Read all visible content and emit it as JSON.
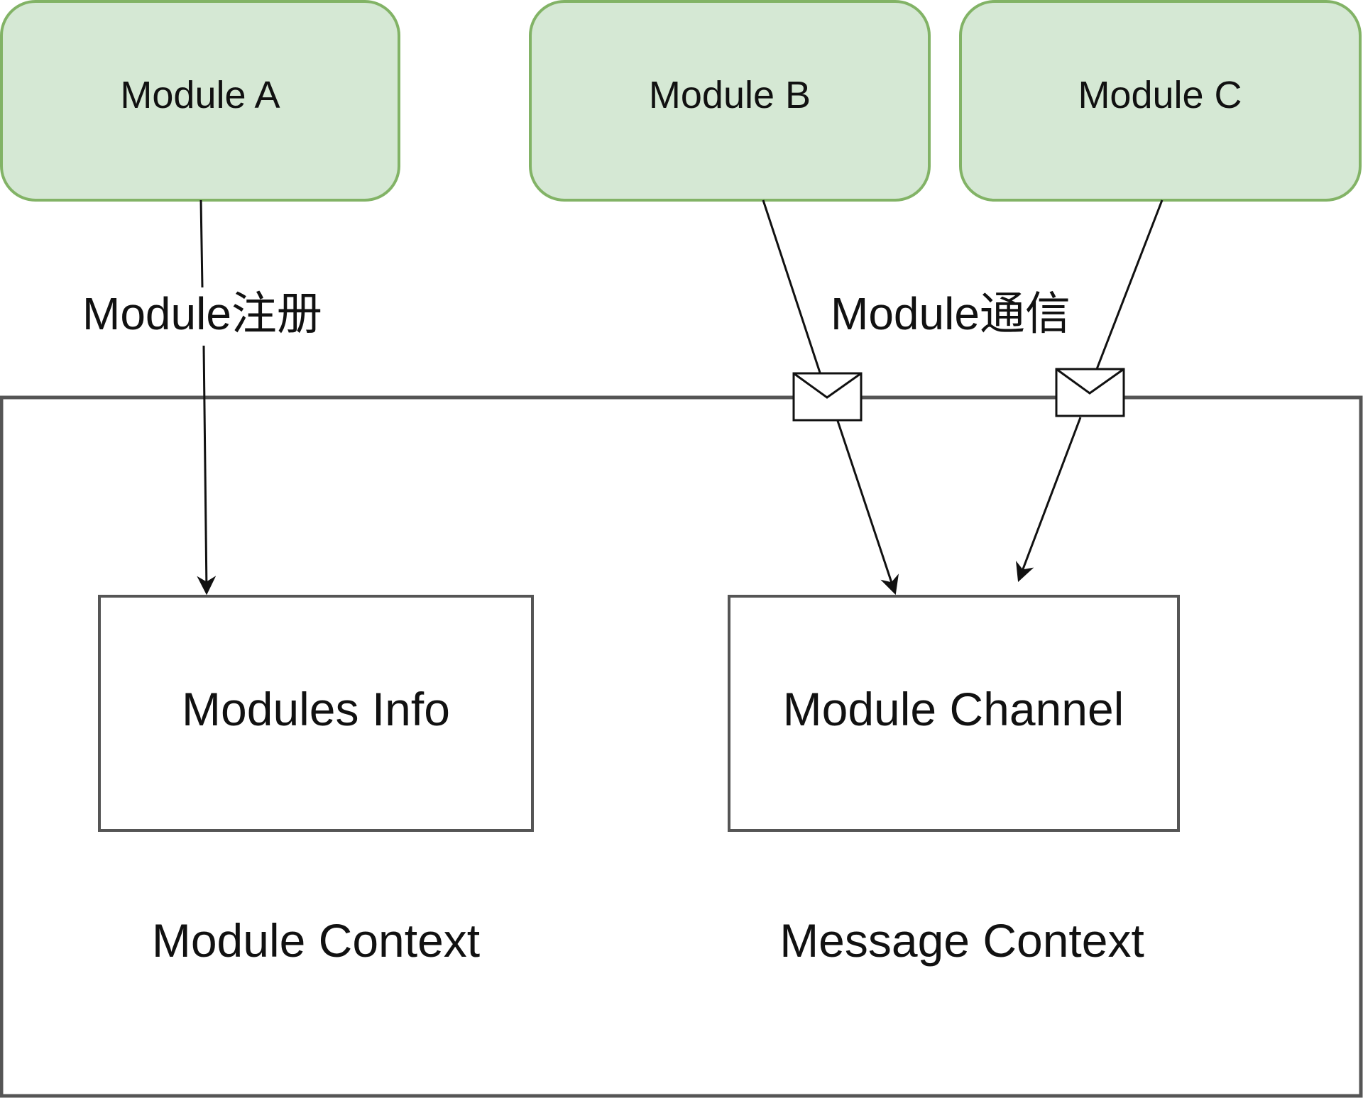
{
  "diagram": {
    "modules": {
      "a": "Module A",
      "b": "Module B",
      "c": "Module C"
    },
    "edges": {
      "register": "Module注册",
      "communicate": "Module通信"
    },
    "boxes": {
      "modules_info": "Modules Info",
      "module_channel": "Module Channel"
    },
    "contexts": {
      "module_context": "Module Context",
      "message_context": "Message Context"
    },
    "colors": {
      "module_fill": "#d5e8d4",
      "module_stroke": "#82b366",
      "container_stroke": "#555555",
      "arrow": "#111111"
    },
    "icons": {
      "message": "envelope-icon"
    }
  }
}
